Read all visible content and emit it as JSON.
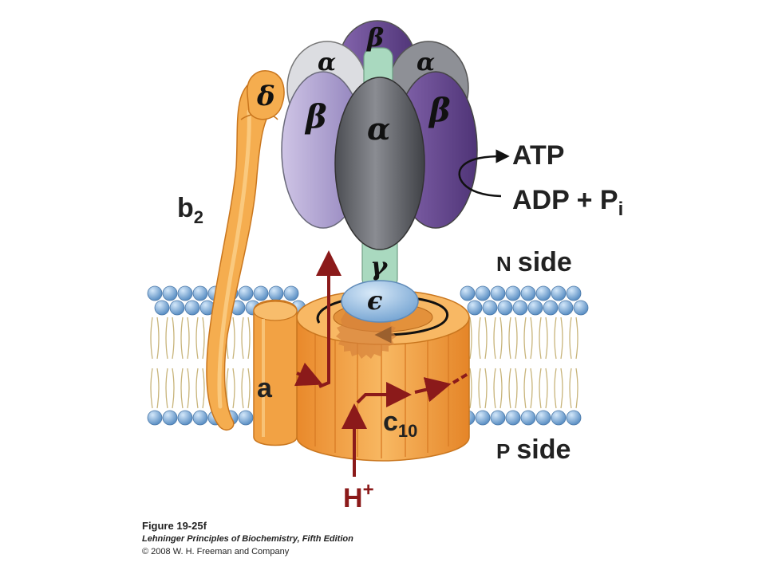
{
  "labels": {
    "delta": "δ",
    "b": "b",
    "b_sub": "2",
    "alpha": "α",
    "beta": "β",
    "gamma": "γ",
    "epsilon": "ϵ",
    "a": "a",
    "c": "c",
    "c_sub": "10",
    "atp": "ATP",
    "adp": "ADP + P",
    "adp_sub": "i",
    "n_side_letter": "N",
    "n_side_word": "side",
    "p_side_letter": "P",
    "p_side_word": "side",
    "proton": "H",
    "proton_sup": "+"
  },
  "caption": {
    "figure": "Figure 19-25f",
    "book": "Lehninger Principles of Biochemistry, Fifth Edition",
    "copyright": "© 2008 W. H. Freeman and Company"
  },
  "colors": {
    "orange": "#f5a94a",
    "orange_dark": "#e58a2a",
    "light_purple": "#b3a6d3",
    "dark_purple": "#6b4b94",
    "gray_alpha": "#6e7076",
    "light_gray_alpha": "#d2d3d7",
    "mint": "#a9d9bf",
    "epsilon_blue": "#9ec3e6",
    "lipid_head": "#7aaede",
    "arrow_red": "#8b1a1a"
  }
}
